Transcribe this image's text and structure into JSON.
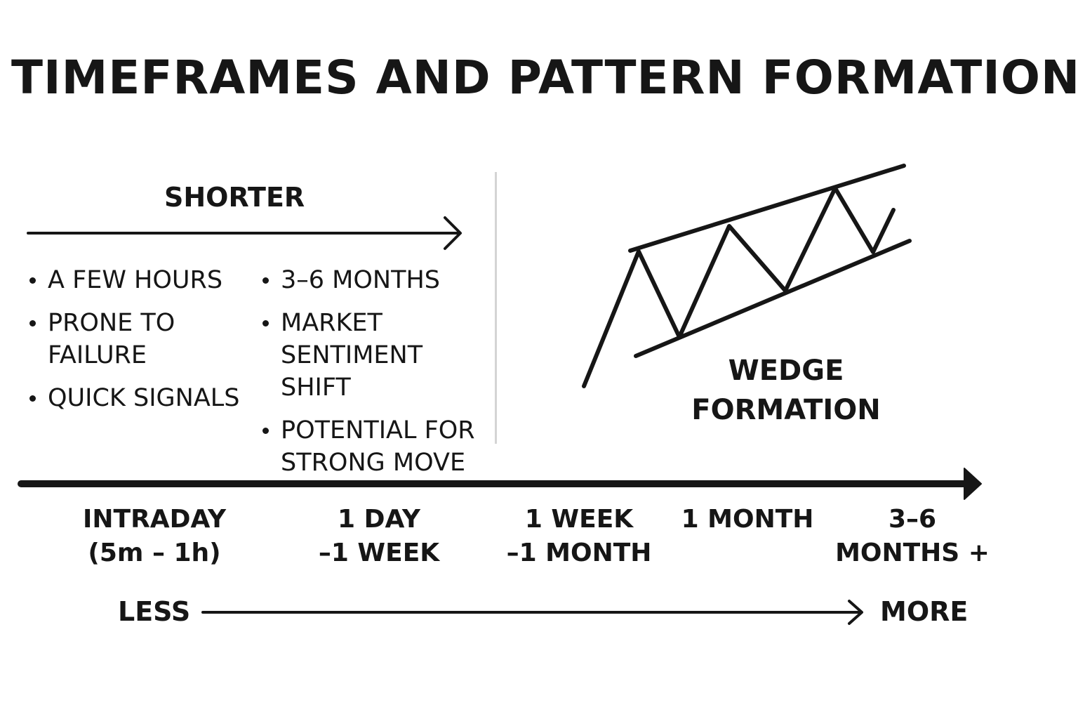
{
  "title": "TIMEFRAMES AND PATTERN FORMATION",
  "shorter": {
    "label": "SHORTER"
  },
  "left_list": [
    {
      "text": "A FEW HOURS"
    },
    {
      "text": "PRONE TO\nFAILURE"
    },
    {
      "text": "QUICK SIGNALS"
    }
  ],
  "right_list": [
    {
      "text": "3–6 MONTHS"
    },
    {
      "text": "MARKET\nSENTIMENT SHIFT"
    },
    {
      "text": "POTENTIAL FOR\nSTRONG MOVE"
    }
  ],
  "wedge": {
    "label_line1": "WEDGE",
    "label_line2": "FORMATION"
  },
  "timeline": {
    "ticks": [
      {
        "line1": "INTRADAY",
        "line2": "(5m – 1h)"
      },
      {
        "line1": "1 DAY",
        "line2": "–1 WEEK"
      },
      {
        "line1": "1 WEEK",
        "line2": "–1 MONTH"
      },
      {
        "line1": "1 MONTH",
        "line2": ""
      },
      {
        "line1": "3–6",
        "line2": "MONTHS +"
      }
    ]
  },
  "scale": {
    "less": "LESS",
    "more": "MORE"
  }
}
